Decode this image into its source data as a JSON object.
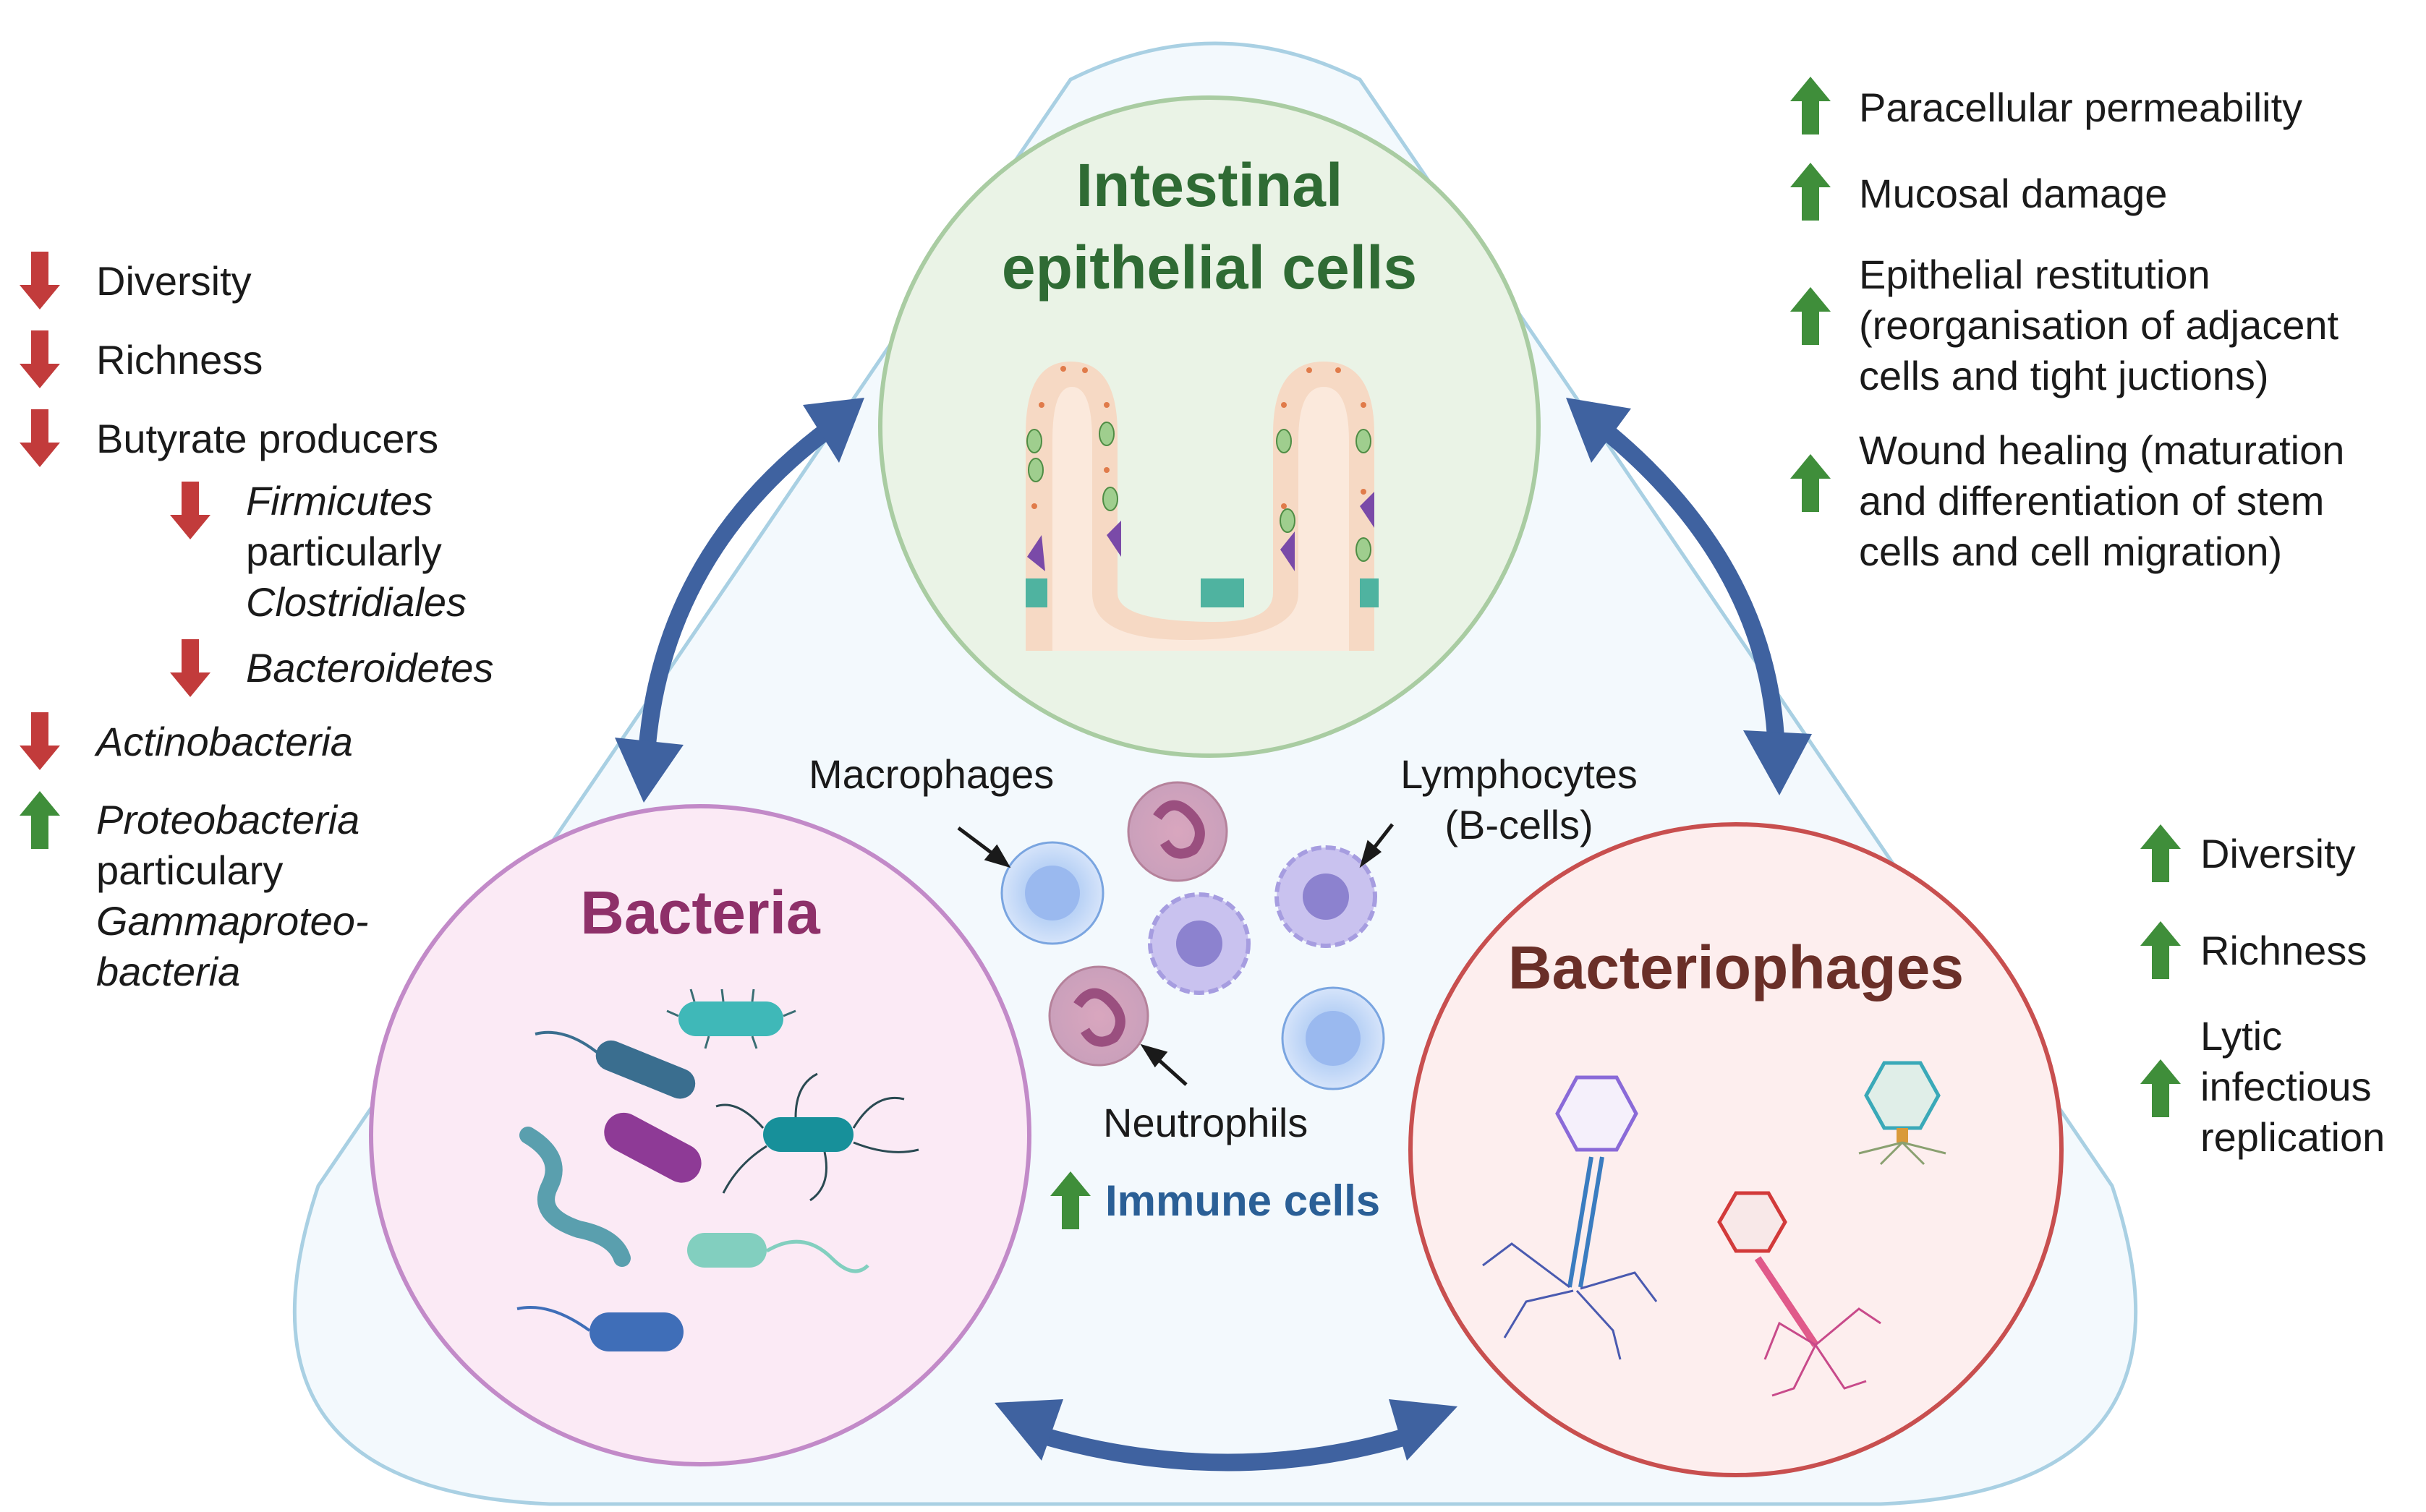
{
  "labels": {
    "intestinal": "Intestinal",
    "epithelial": "epithelial cells",
    "bacteria": "Bacteria",
    "bacteriophages": "Bacteriophages",
    "macrophages": "Macrophages",
    "lymphocytes": "Lymphocytes",
    "b_cells": "(B-cells)",
    "neutrophils": "Neutrophils",
    "immune_cells": "Immune cells"
  },
  "bacteria_changes": {
    "diversity": "Diversity",
    "richness": "Richness",
    "butyrate": "Butyrate producers",
    "firmicutes": "Firmicutes",
    "particularly": "particularly",
    "clostridiales": "Clostridiales",
    "bacteroidetes": "Bacteroidetes",
    "actinobacteria": "Actinobacteria",
    "proteobacteria": "Proteobacteria",
    "particulary": "particulary",
    "gamma_1": "Gammaproteo-",
    "gamma_2": "bacteria"
  },
  "epithelial_changes": {
    "paracellular": "Paracellular permeability",
    "mucosal": "Mucosal damage",
    "restitution_1": "Epithelial restitution",
    "restitution_2": "(reorganisation of adjacent",
    "restitution_3": "cells and tight juctions)",
    "wound_1": "Wound healing (maturation",
    "wound_2": "and differentiation of stem",
    "wound_3": "cells and cell migration)"
  },
  "phage_changes": {
    "diversity": "Diversity",
    "richness": "Richness",
    "lytic_1": "Lytic",
    "lytic_2": "infectious",
    "lytic_3": "replication"
  },
  "colors": {
    "up_arrow": "#3f8e3a",
    "down_arrow": "#c23b3b",
    "double_arrow": "#3f62a0",
    "triangle_fill": "#f3f9fd",
    "triangle_stroke": "#a9d0e3",
    "epithelial_circle": "#a9cca2",
    "bacteria_circle": "#c28ac8",
    "phage_circle": "#c84f4f"
  }
}
